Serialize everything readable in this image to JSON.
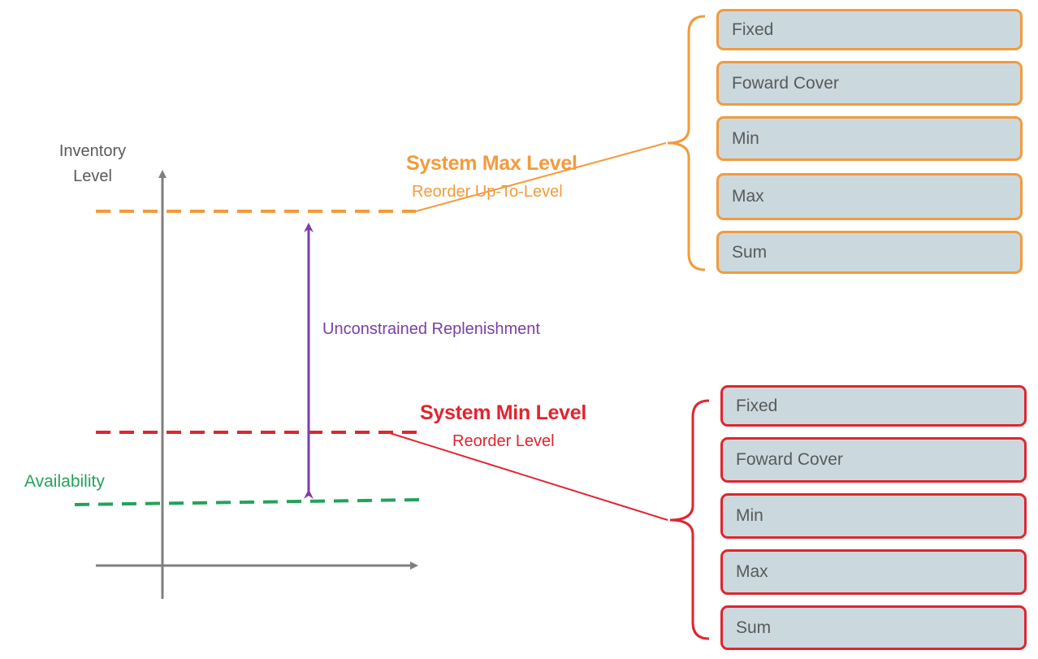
{
  "colors": {
    "max": "#f29b3c",
    "min": "#e0252f",
    "availability": "#23a25b",
    "replenishment": "#7a3fa6",
    "axis": "#7f7f7f",
    "text": "#595959",
    "box_fill": "#cbd9df"
  },
  "axis": {
    "y_label_line1": "Inventory",
    "y_label_line2": "Level"
  },
  "max_level": {
    "title": "System Max Level",
    "subtitle": "Reorder Up-To-Level",
    "options": [
      "Fixed",
      "Foward Cover",
      "Min",
      "Max",
      "Sum"
    ]
  },
  "min_level": {
    "title": "System Min Level",
    "subtitle": "Reorder Level",
    "options": [
      "Fixed",
      "Foward Cover",
      "Min",
      "Max",
      "Sum"
    ]
  },
  "replenishment": {
    "label": "Unconstrained Replenishment"
  },
  "availability": {
    "label": "Availability"
  }
}
